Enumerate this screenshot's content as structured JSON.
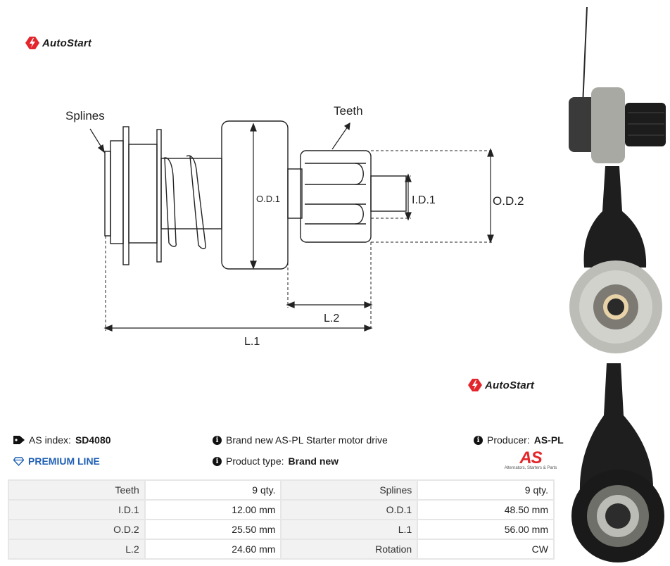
{
  "brand": {
    "name": "AutoStart"
  },
  "diagram": {
    "labels": {
      "splines": "Splines",
      "teeth": "Teeth",
      "od1": "O.D.1",
      "id1": "I.D.1",
      "od2": "O.D.2",
      "l2": "L.2",
      "l1": "L.1"
    }
  },
  "product": {
    "index_label": "AS index:",
    "index_value": "SD4080",
    "premium_line": "PREMIUM LINE",
    "description": "Brand new AS-PL Starter motor drive",
    "type_label": "Product type:",
    "type_value": "Brand new",
    "producer_label": "Producer:",
    "producer_value": "AS-PL",
    "producer_logo_text": "AS",
    "producer_tagline": "Alternators, Starters & Parts"
  },
  "specs": [
    {
      "k1": "Teeth",
      "v1": "9 qty.",
      "k2": "Splines",
      "v2": "9 qty."
    },
    {
      "k1": "I.D.1",
      "v1": "12.00 mm",
      "k2": "O.D.1",
      "v2": "48.50 mm"
    },
    {
      "k1": "O.D.2",
      "v1": "25.50 mm",
      "k2": "L.1",
      "v2": "56.00 mm"
    },
    {
      "k1": "L.2",
      "v1": "24.60 mm",
      "k2": "Rotation",
      "v2": "CW"
    }
  ],
  "colors": {
    "brand_red": "#e3262b",
    "premium_blue": "#1f5fb4"
  },
  "icons": [
    "autostart-logo-icon",
    "tag-icon",
    "info-icon",
    "diamond-icon"
  ]
}
